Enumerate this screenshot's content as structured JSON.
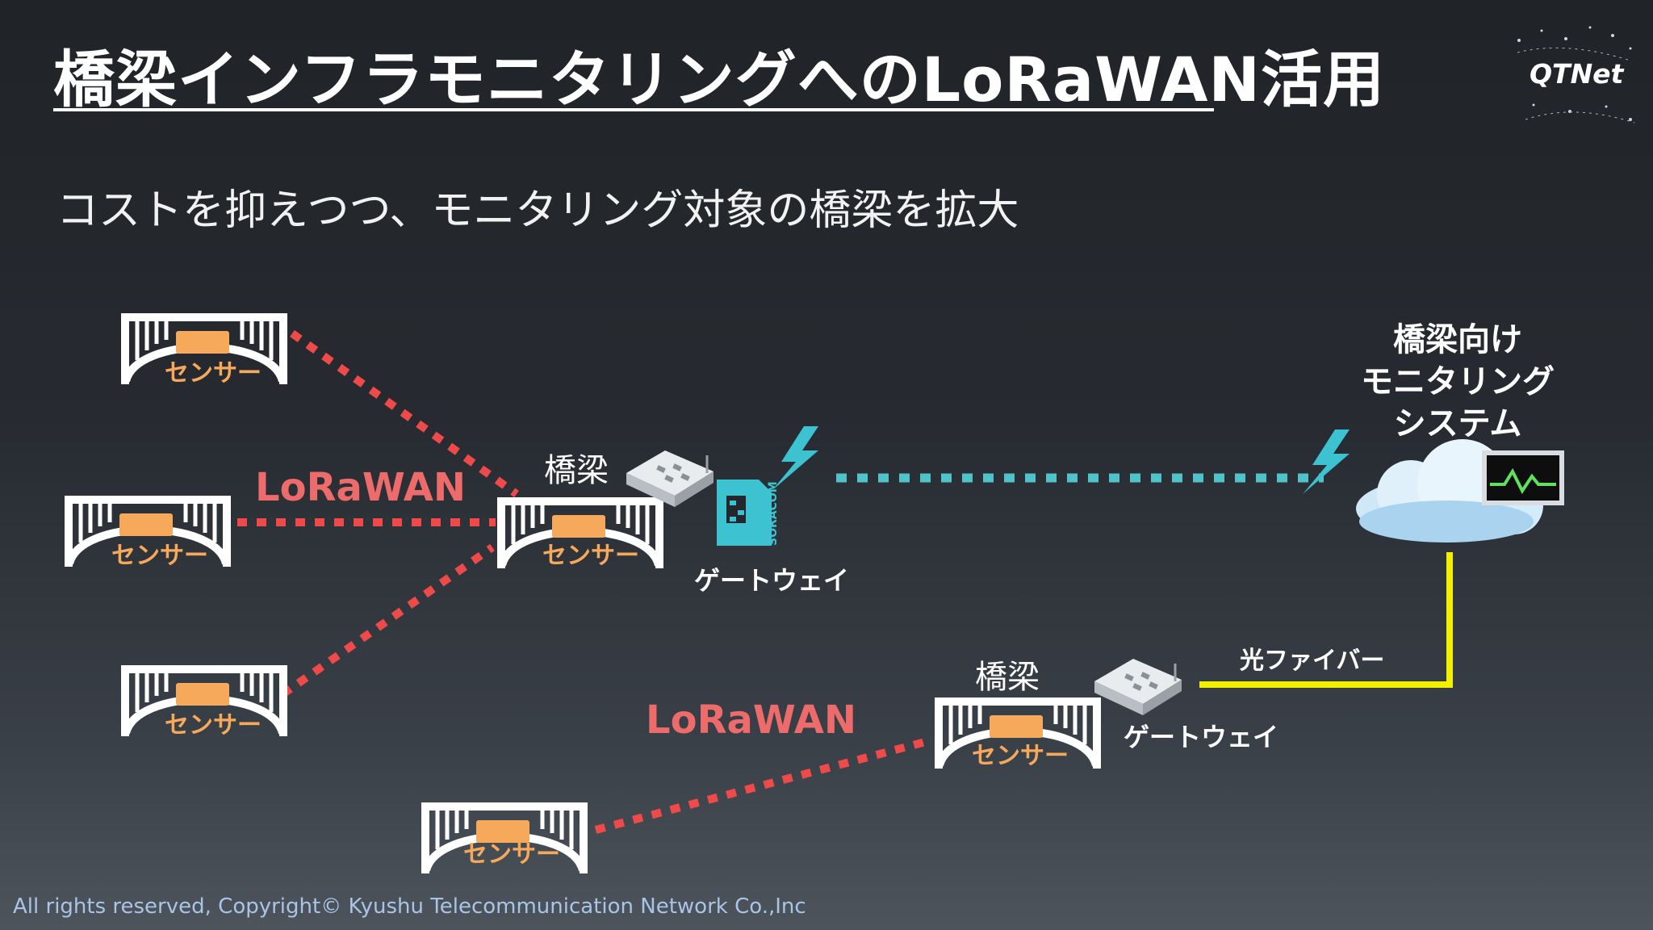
{
  "slide": {
    "title": "橋梁インフラモニタリングへのLoRaWAN活用",
    "subtitle": "コストを抑えつつ、モニタリング対象の橋梁を拡大",
    "footer": "All rights reserved, Copyright© Kyushu Telecommunication Network Co.,Inc"
  },
  "logo": {
    "text": "QTNet"
  },
  "diagram": {
    "sensor_label": "センサー",
    "bridge_label": "橋梁",
    "gateway_label": "ゲートウェイ",
    "lorawan_label": "LoRaWAN",
    "fiber_label": "光ファイバー",
    "sim_brand": "SORACOM",
    "system_label_lines": [
      "橋梁向け",
      "モニタリング",
      "システム"
    ]
  },
  "colors": {
    "lora_link": "#ee4a4a",
    "cellular_link": "#4fc3c9",
    "fiber_link": "#f2ef00",
    "sensor_box": "#f6a95a",
    "sim": "#3cc2d0"
  }
}
